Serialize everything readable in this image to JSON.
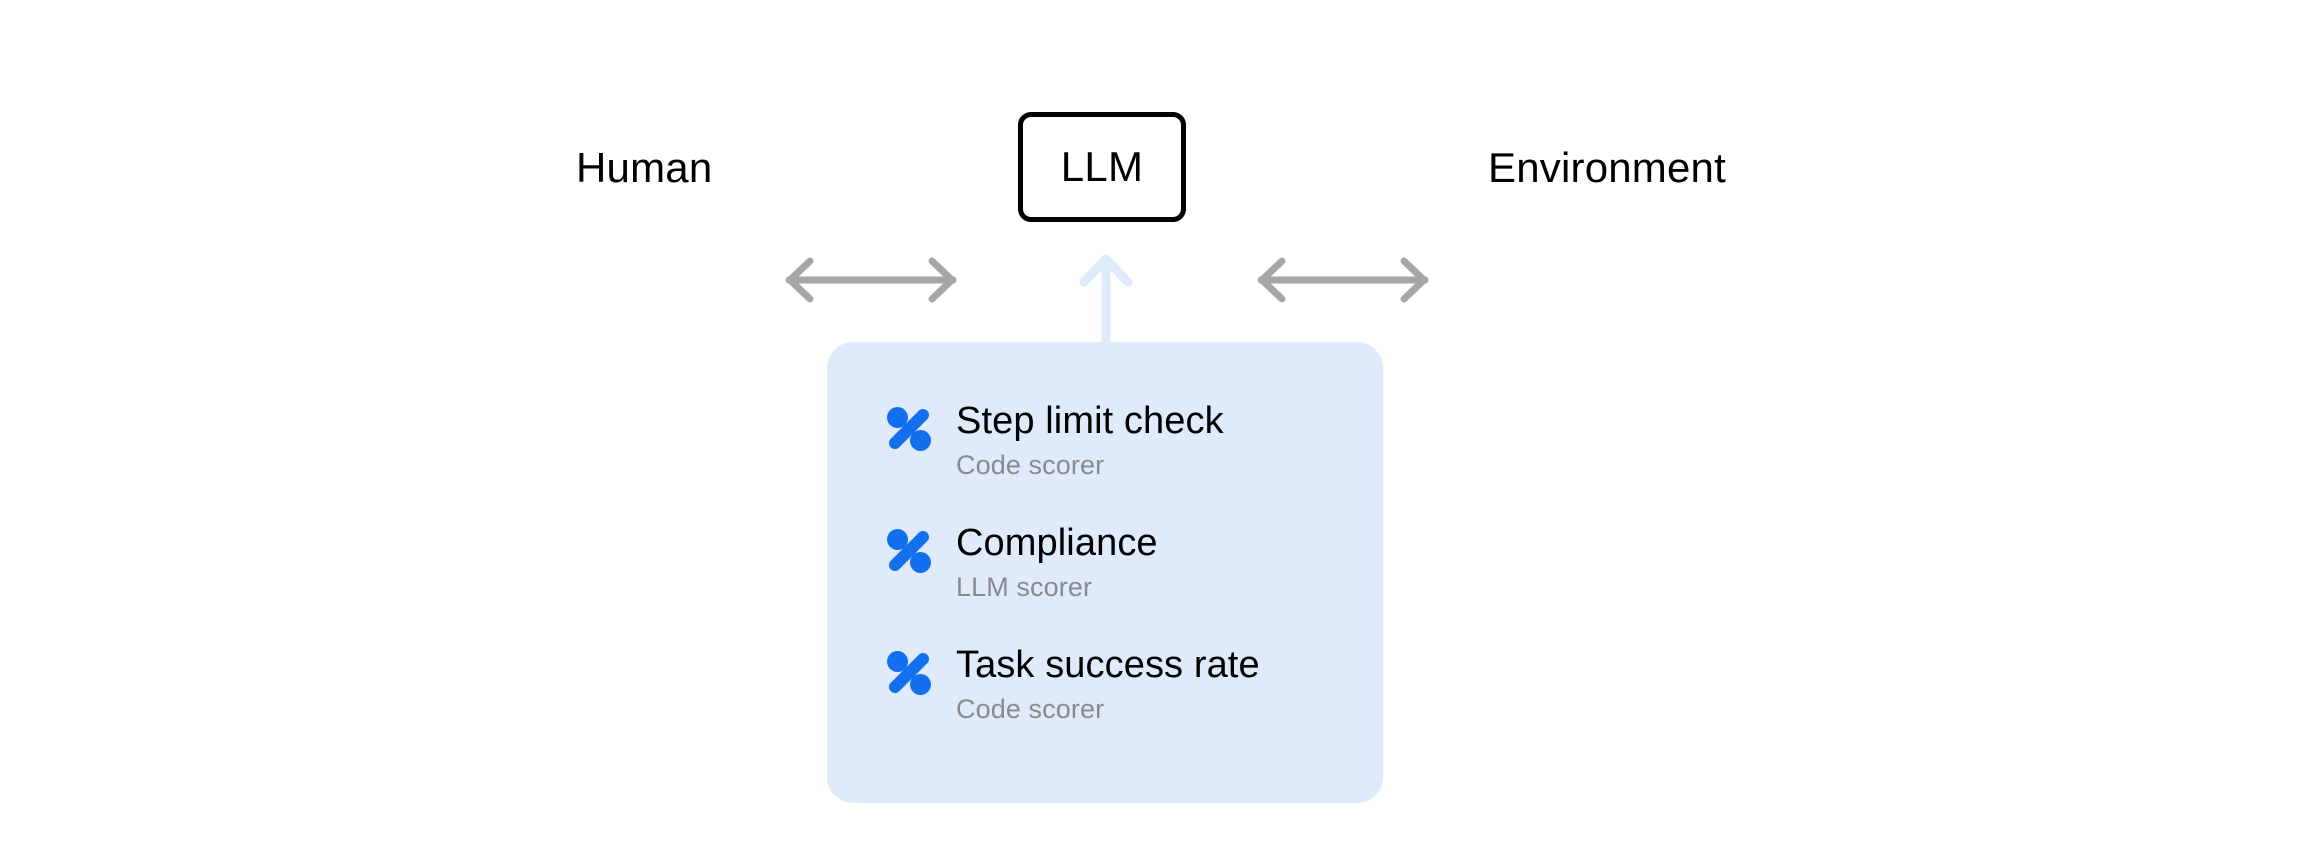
{
  "diagram": {
    "nodes": {
      "human_label": "Human",
      "llm_label": "LLM",
      "environment_label": "Environment"
    },
    "connectors": {
      "human_llm": "double-headed-arrow",
      "llm_environment": "double-headed-arrow",
      "scorers_to_llm": "up-arrow"
    },
    "colors": {
      "panel_background": "#dfeafb",
      "icon_blue": "#1270ee",
      "arrow_gray": "#a6a6a6",
      "arrow_light_blue": "#dfeafb",
      "node_border": "#000000",
      "subtitle_gray": "#8a8a8f"
    }
  },
  "scorer_panel": {
    "items": [
      {
        "icon": "percent-icon",
        "title": "Step limit check",
        "subtitle": "Code scorer"
      },
      {
        "icon": "percent-icon",
        "title": "Compliance",
        "subtitle": "LLM scorer"
      },
      {
        "icon": "percent-icon",
        "title": "Task success rate",
        "subtitle": "Code scorer"
      }
    ]
  }
}
